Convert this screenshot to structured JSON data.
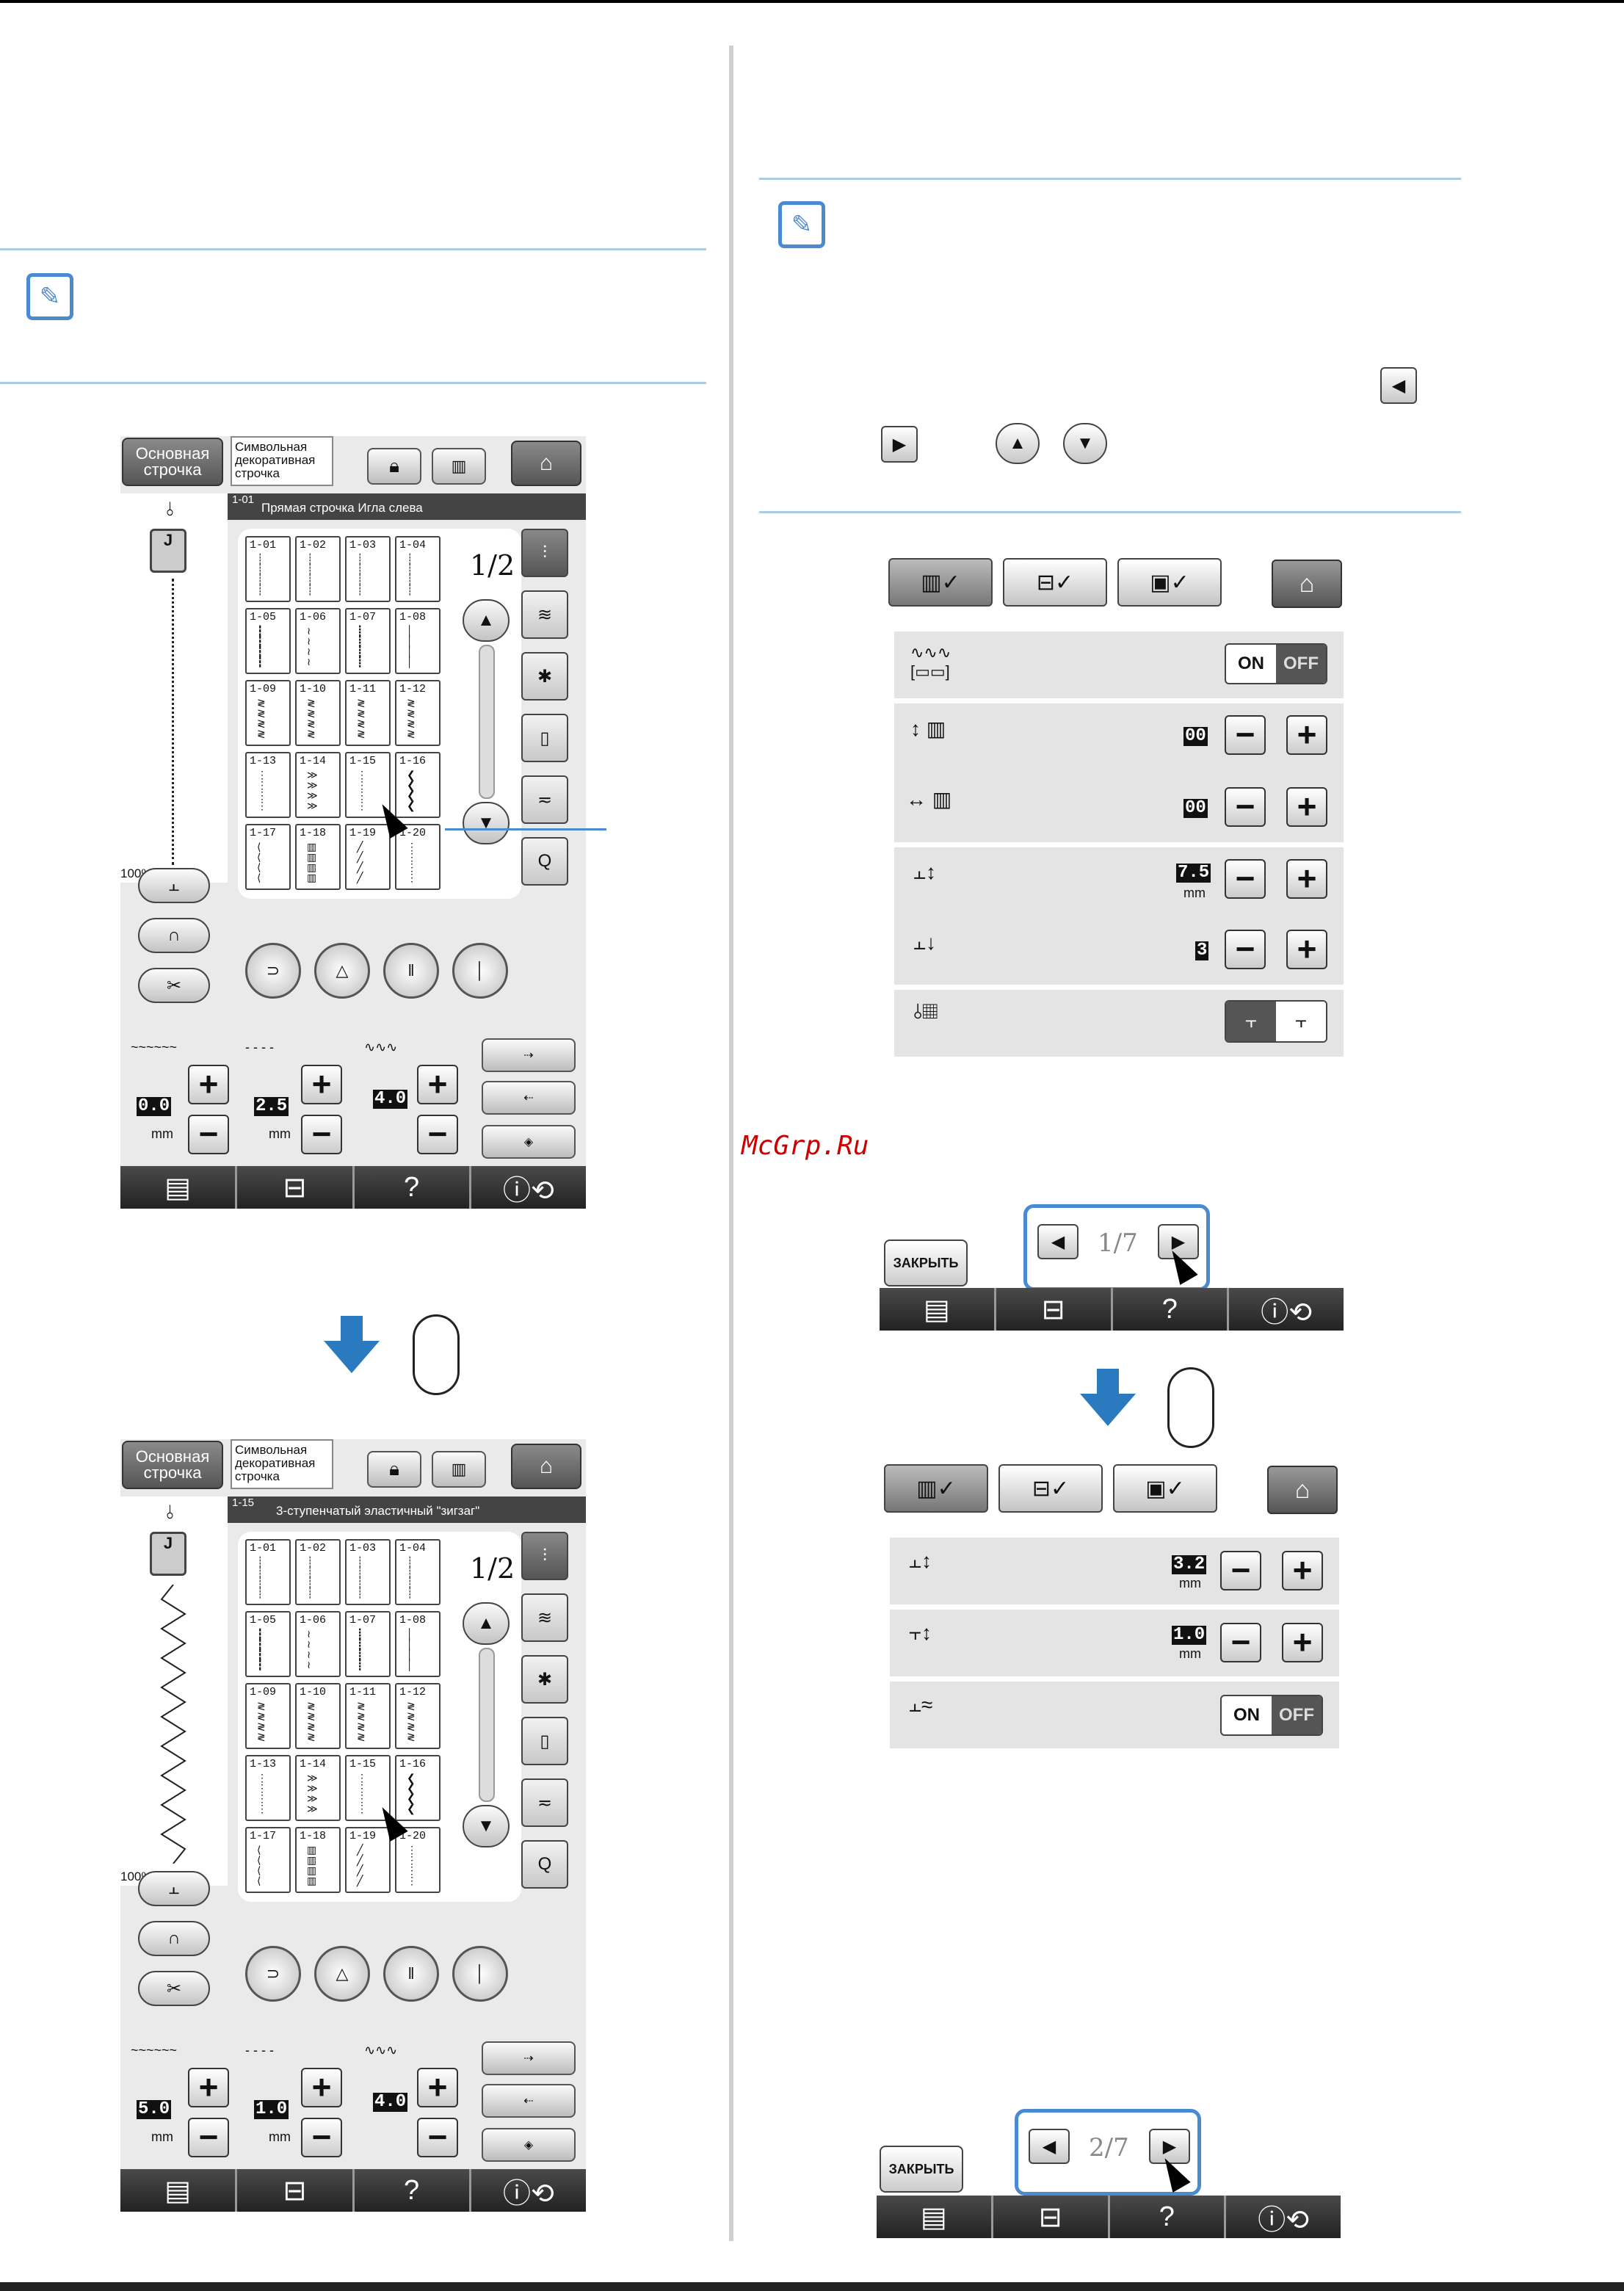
{
  "page_top_border": "",
  "watermark": "McGrp.Ru",
  "left_screen_1": {
    "tab_basic": "Основная строчка",
    "tab_decor": "Символьная декоративная строчка",
    "stitch_code": "1-01",
    "stitch_name": "Прямая строчка Игла слева",
    "page_indicator": "1/2",
    "percent": "100%",
    "tiles": [
      "1-01",
      "1-02",
      "1-03",
      "1-04",
      "1-05",
      "1-06",
      "1-07",
      "1-08",
      "1-09",
      "1-10",
      "1-11",
      "1-12",
      "1-13",
      "1-14",
      "1-15",
      "1-16",
      "1-17",
      "1-18",
      "1-19",
      "1-20"
    ],
    "width_value": "0.0",
    "length_value": "2.5",
    "tension_value": "4.0",
    "unit": "mm",
    "help": "?"
  },
  "left_screen_2": {
    "tab_basic": "Основная строчка",
    "tab_decor": "Символьная декоративная строчка",
    "stitch_code": "1-15",
    "stitch_name": "3-ступенчатый эластичный \"зигзаг\"",
    "page_indicator": "1/2",
    "percent": "100%",
    "tiles": [
      "1-01",
      "1-02",
      "1-03",
      "1-04",
      "1-05",
      "1-06",
      "1-07",
      "1-08",
      "1-09",
      "1-10",
      "1-11",
      "1-12",
      "1-13",
      "1-14",
      "1-15",
      "1-16",
      "1-17",
      "1-18",
      "1-19",
      "1-20"
    ],
    "width_value": "5.0",
    "length_value": "1.0",
    "tension_value": "4.0",
    "unit": "mm",
    "help": "?"
  },
  "settings_1": {
    "on": "ON",
    "off": "OFF",
    "rows": [
      {
        "value": ""
      },
      {
        "value": "00"
      },
      {
        "value": "00"
      },
      {
        "value": "7.5",
        "unit": "mm"
      },
      {
        "value": "3"
      },
      {
        "value": ""
      }
    ]
  },
  "pager_1": {
    "close": "ЗАКРЫТЬ",
    "page": "1/7",
    "help": "?"
  },
  "settings_2": {
    "on": "ON",
    "off": "OFF",
    "rows": [
      {
        "value": "3.2",
        "unit": "mm"
      },
      {
        "value": "1.0",
        "unit": "mm"
      },
      {
        "value": ""
      }
    ]
  },
  "pager_2": {
    "close": "ЗАКРЫТЬ",
    "page": "2/7",
    "help": "?"
  }
}
